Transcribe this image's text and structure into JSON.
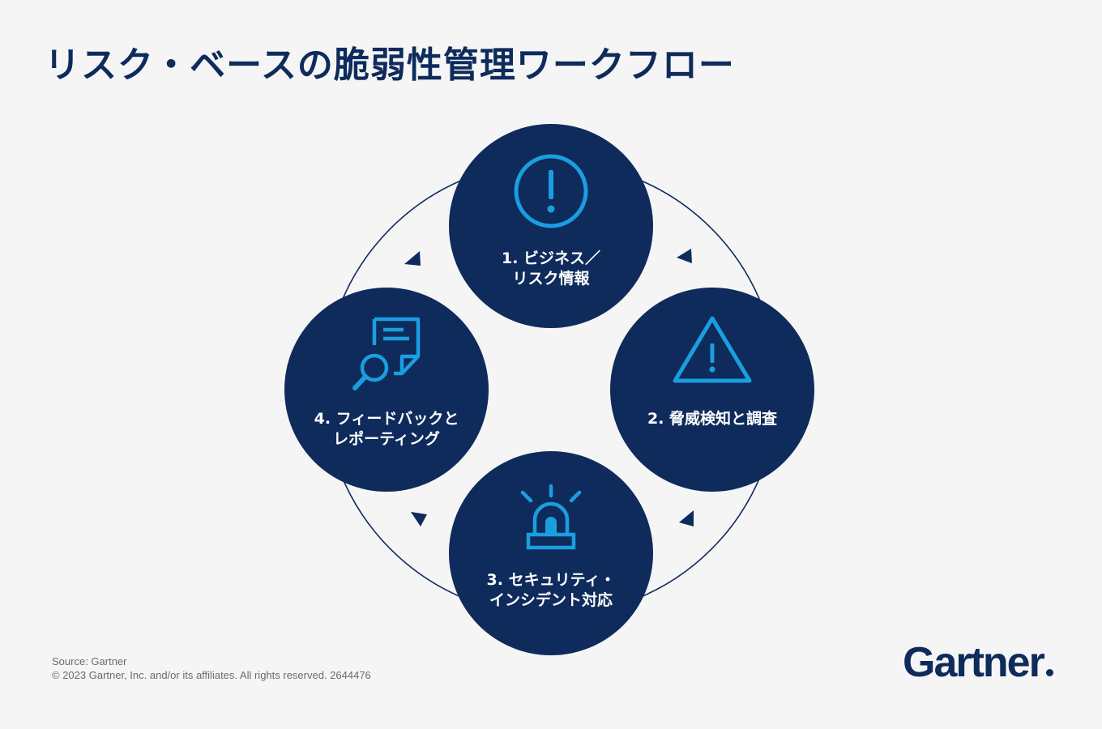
{
  "title": "リスク・ベースの脆弱性管理ワークフロー",
  "steps": [
    {
      "line1": "1. ビジネス／",
      "line2": "リスク情報",
      "icon": "exclamation-circle-icon"
    },
    {
      "line1": "2. 脅威検知と調査",
      "line2": "",
      "icon": "warning-triangle-icon"
    },
    {
      "line1": "3. セキュリティ・",
      "line2": "インシデント対応",
      "icon": "alarm-siren-icon"
    },
    {
      "line1": "4. フィードバックと",
      "line2": "レポーティング",
      "icon": "document-search-icon"
    }
  ],
  "source": {
    "line1": "Source: Gartner",
    "line2": "© 2023 Gartner, Inc. and/or its affiliates. All rights reserved. 2644476"
  },
  "logo": "Gartner",
  "colors": {
    "background": "#f5f5f5",
    "navy": "#0e2b5c",
    "icon_blue": "#1a9ee0",
    "text_white": "#ffffff"
  }
}
